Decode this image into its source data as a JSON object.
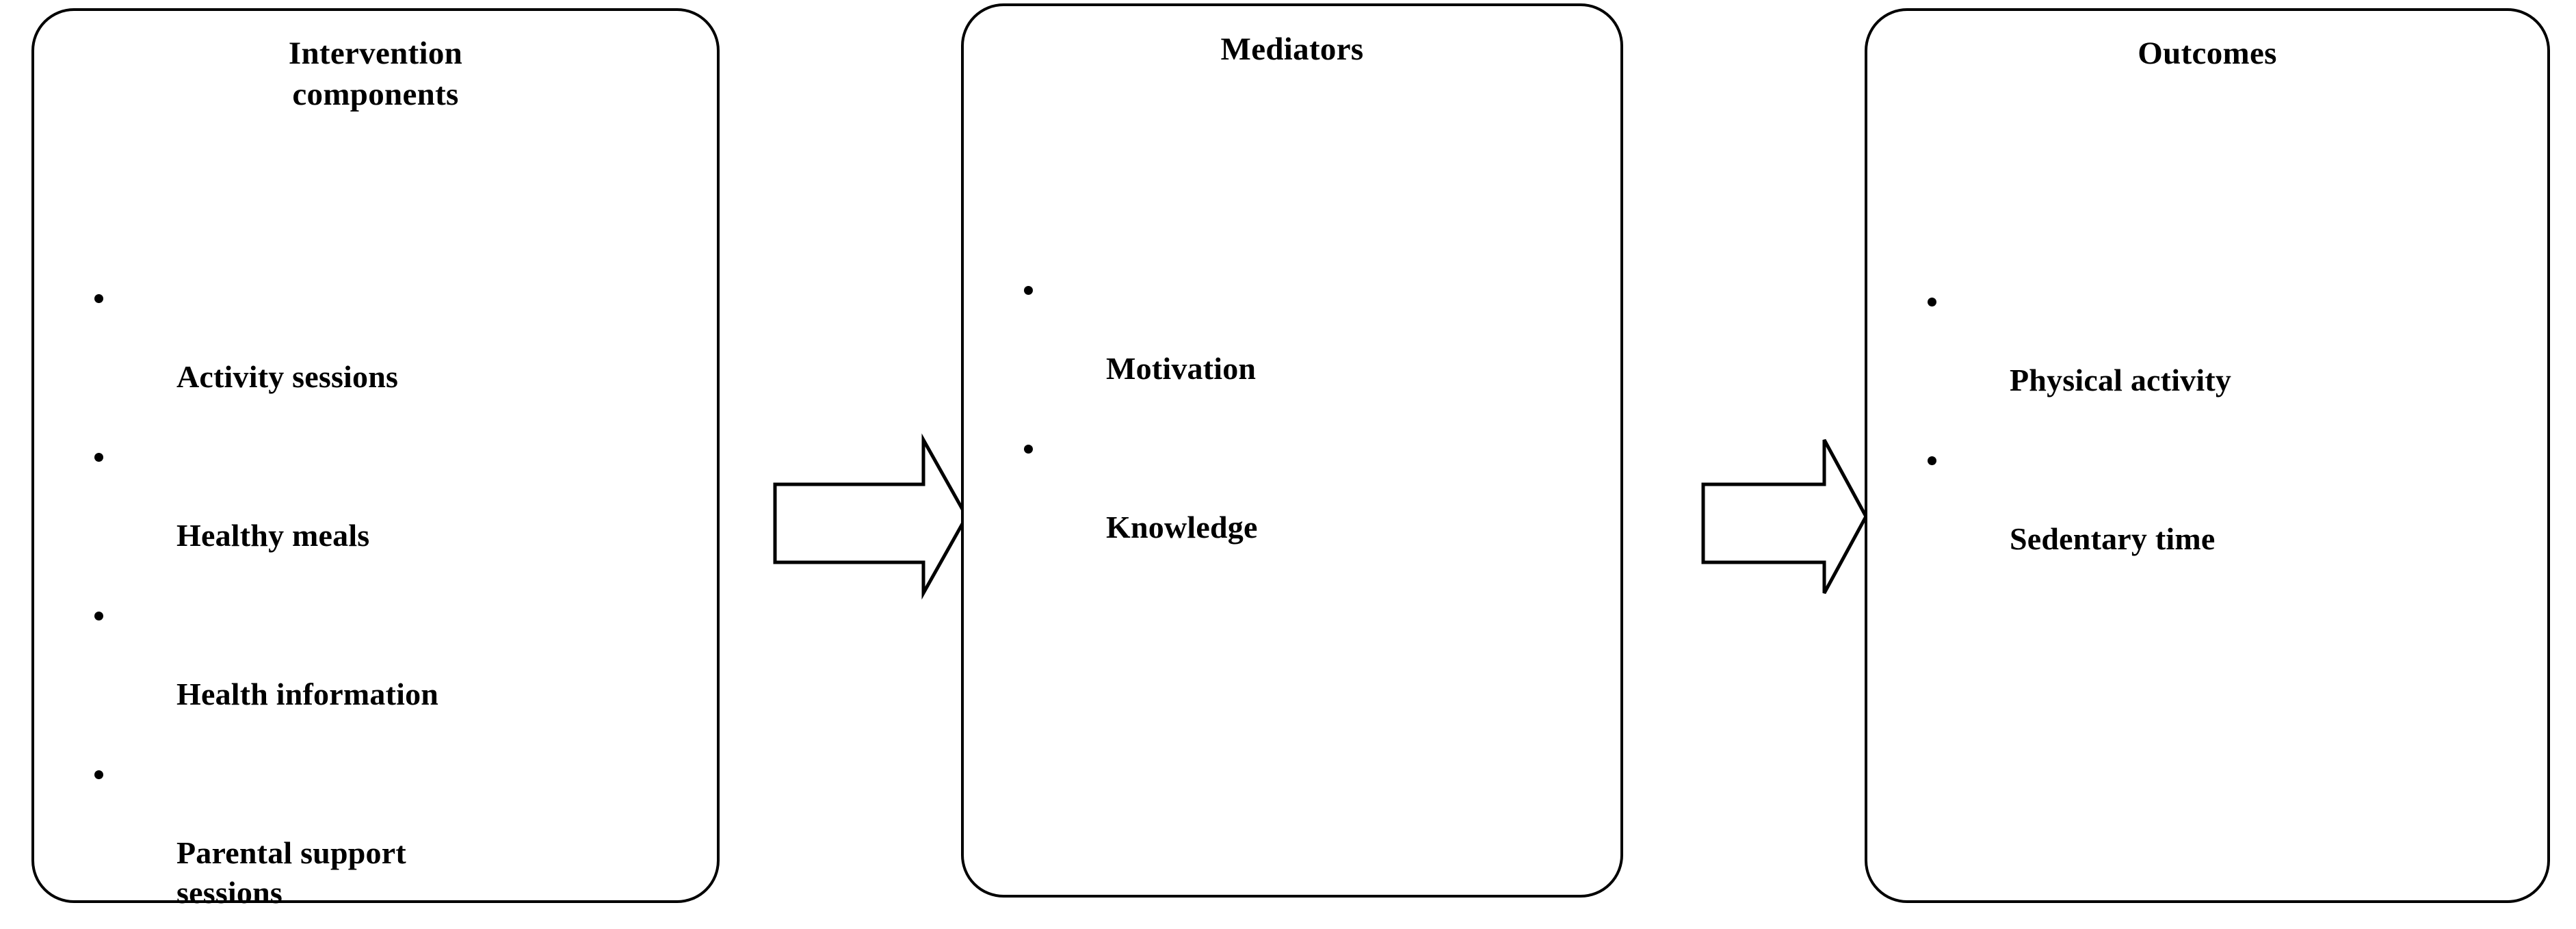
{
  "diagram": {
    "title": "Intervention components to mediators to outcomes logic model",
    "background_color": "#ffffff",
    "line_color": "#000000",
    "boxes": [
      {
        "id": "intervention",
        "title": "Intervention\ncomponents",
        "items": [
          "Activity sessions",
          "Healthy meals",
          "Health information",
          "Parental support\nsessions"
        ]
      },
      {
        "id": "mediators",
        "title": "Mediators",
        "items": [
          "Motivation",
          "Knowledge"
        ]
      },
      {
        "id": "outcomes",
        "title": "Outcomes",
        "items": [
          "Physical activity",
          "Sedentary time"
        ]
      }
    ],
    "connectors": [
      {
        "id": "arrow-1",
        "from": "intervention",
        "to": "mediators",
        "direction": "right",
        "style": "block-arrow-outline"
      },
      {
        "id": "arrow-2",
        "from": "mediators",
        "to": "outcomes",
        "direction": "right",
        "style": "block-arrow-outline"
      }
    ]
  }
}
